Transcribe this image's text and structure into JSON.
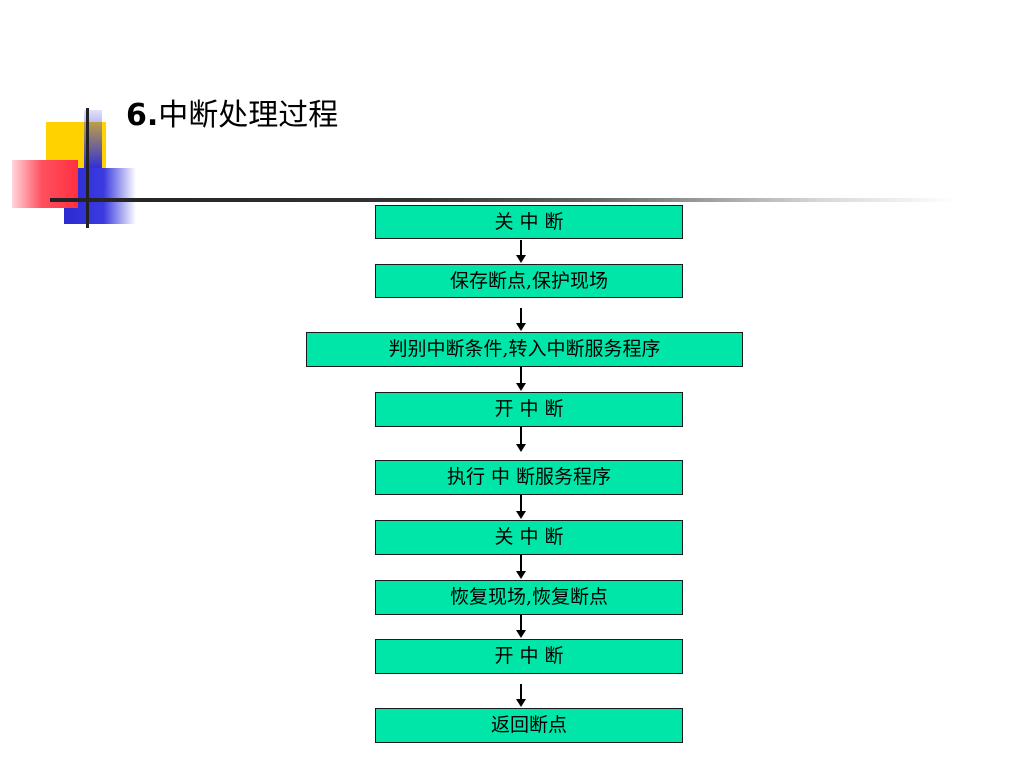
{
  "title": {
    "number": "6.",
    "text": "中断处理过程"
  },
  "colors": {
    "step_fill": "#00e6a8",
    "step_border": "#1a1a1a",
    "deco_yellow": "#ffd200",
    "deco_blue": "#3030d8",
    "deco_red": "#ff4050"
  },
  "flow": {
    "steps": [
      {
        "label": "关 中 断"
      },
      {
        "label": "保存断点,保护现场"
      },
      {
        "label": "判别中断条件,转入中断服务程序"
      },
      {
        "label": "开 中 断"
      },
      {
        "label": "执行 中 断服务程序"
      },
      {
        "label": "关 中 断"
      },
      {
        "label": "恢复现场,恢复断点"
      },
      {
        "label": "开 中 断"
      },
      {
        "label": "返回断点"
      }
    ]
  }
}
